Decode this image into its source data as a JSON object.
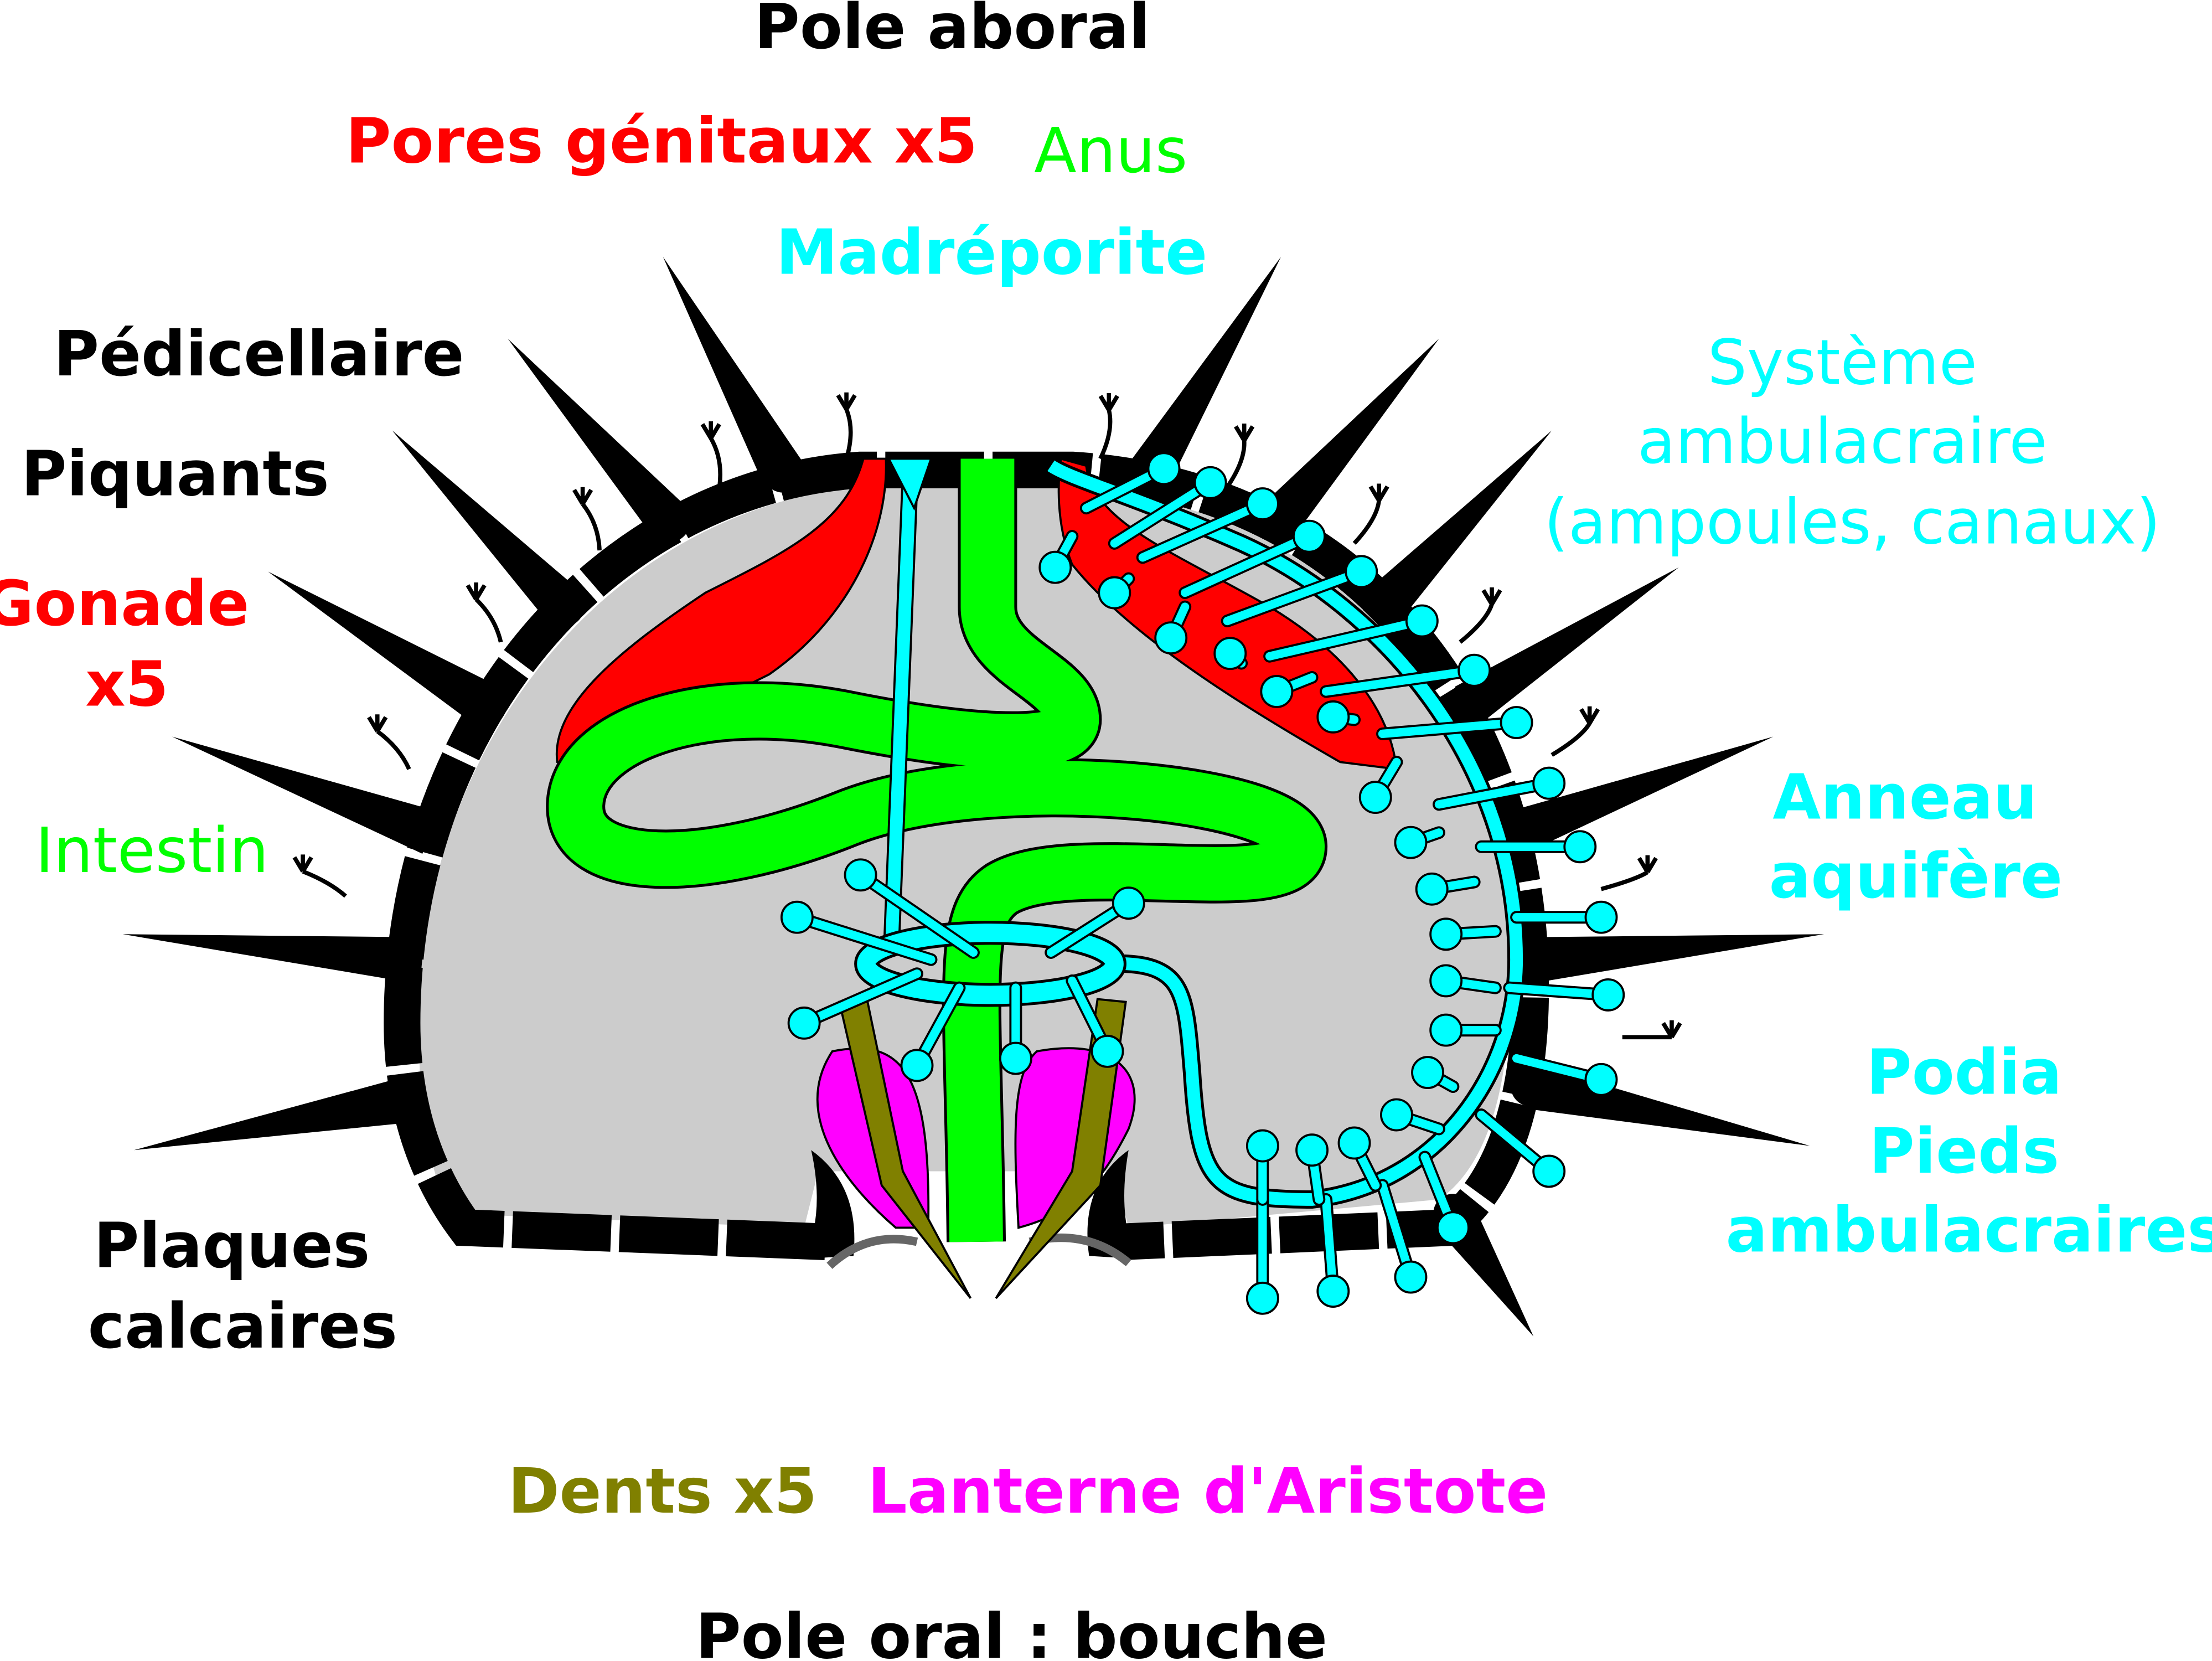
{
  "title": "Anatomie de l'oursin",
  "colors": {
    "black": "#000000",
    "red": "#ff0000",
    "green": "#00ff00",
    "cyan": "#00ffff",
    "olive": "#808000",
    "magenta": "#ff00ff",
    "gray": "#cccccc"
  },
  "labels": {
    "pole_aboral": "Pole aboral",
    "pores_genitaux": "Pores génitaux x5",
    "anus": "Anus",
    "madreporite": "Madréporite",
    "pedicellaire": "Pédicellaire",
    "piquants": "Piquants",
    "gonade": [
      "Gonade",
      "x5"
    ],
    "intestin": "Intestin",
    "systeme_ambulacraire": [
      "Système",
      "ambulacraire",
      "(ampoules, canaux)"
    ],
    "anneau_aquifere": [
      "Anneau",
      "aquifère"
    ],
    "podia": [
      "Podia",
      "Pieds",
      "ambulacraires"
    ],
    "plaques_calcaires": [
      "Plaques",
      "calcaires"
    ],
    "dents": "Dents x5",
    "lanterne": "Lanterne d'Aristote",
    "pole_oral": "Pole oral : bouche"
  }
}
